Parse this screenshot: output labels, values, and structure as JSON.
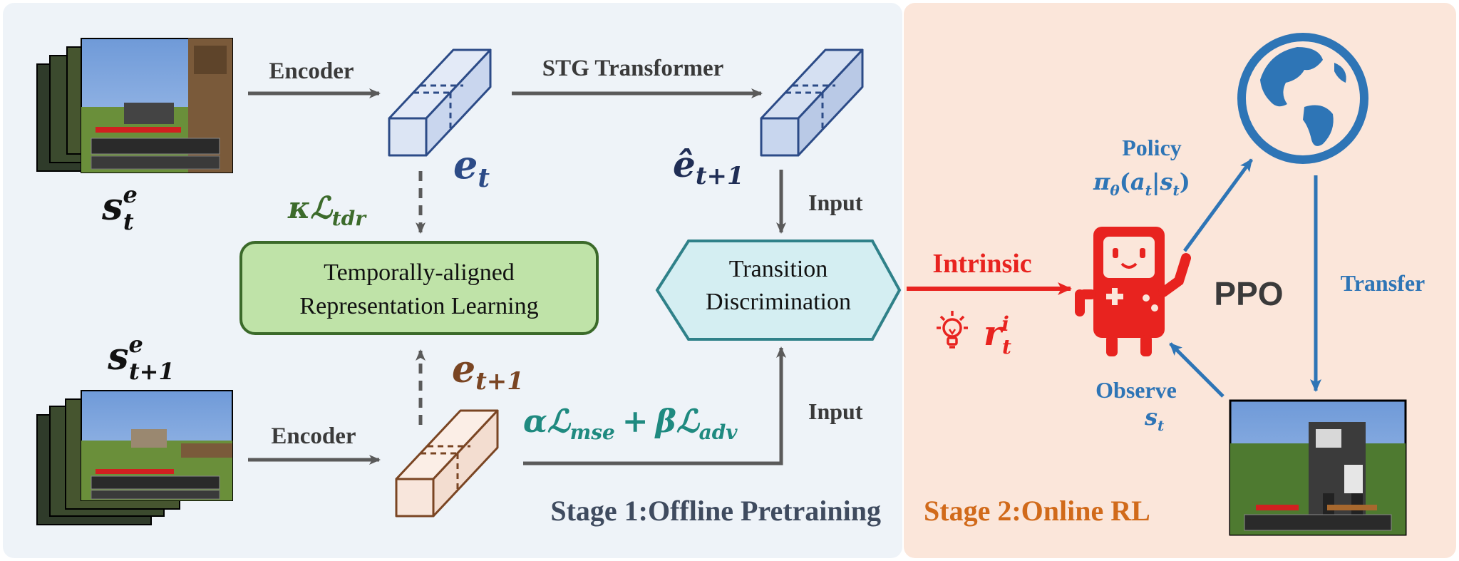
{
  "stage1": {
    "title": "Stage 1:Offline Pretraining"
  },
  "stage2": {
    "title": "Stage 2:Online RL"
  },
  "encoder_top": {
    "label": "Encoder"
  },
  "encoder_bottom": {
    "label": "Encoder"
  },
  "stg_transformer": {
    "label": "STG Transformer"
  },
  "state_top": {
    "base": "s",
    "sup": "e",
    "sub": "t"
  },
  "state_bottom": {
    "base": "s",
    "sup": "e",
    "sub": "t+1"
  },
  "embed_top": {
    "base": "e",
    "sub": "t"
  },
  "embed_pred": {
    "base": "ê",
    "sub": "t+1"
  },
  "embed_bottom": {
    "base": "e",
    "sub": "t+1"
  },
  "loss_tdr": {
    "coef": "κ",
    "L": "ℒ",
    "sub": "tdr"
  },
  "loss_combo": {
    "alpha": "α",
    "L1": "ℒ",
    "sub1": "mse",
    "plus": "+",
    "beta": "β",
    "L2": "ℒ",
    "sub2": "adv"
  },
  "tar_box": {
    "line1": "Temporally-aligned",
    "line2": "Representation Learning"
  },
  "td_box": {
    "line1": "Transition",
    "line2": "Discrimination"
  },
  "input_top": {
    "label": "Input"
  },
  "input_bottom": {
    "label": "Input"
  },
  "intrinsic": {
    "label": "Intrinsic",
    "reward_base": "r",
    "reward_sup": "i",
    "reward_sub": "t"
  },
  "policy": {
    "label": "Policy",
    "pi": "π",
    "pi_sub": "θ",
    "args_open": "(",
    "a": "a",
    "a_sub": "t",
    "bar": "|",
    "s": "s",
    "s_sub": "t",
    "args_close": ")"
  },
  "ppo": {
    "label": "PPO"
  },
  "transfer": {
    "label": "Transfer"
  },
  "observe": {
    "label": "Observe",
    "s": "s",
    "s_sub": "t"
  },
  "colors": {
    "stage1_bg": "#eef3f8",
    "stage2_bg": "#fbe6da",
    "green_box": "#bfe3a8",
    "green_border": "#3b6a2a",
    "td_box": "#d4eef2",
    "td_border": "#2f8189",
    "blue_cube": "#d5e0f2",
    "blue_edge": "#2c4b87",
    "brown_cube": "#fbeee6",
    "brown_edge": "#7a4523",
    "red": "#e8231f",
    "policy_blue": "#2e75b6",
    "teal": "#1f8a80",
    "dark_green": "#3c6b2b",
    "gray_arrow": "#5a5a5a"
  }
}
